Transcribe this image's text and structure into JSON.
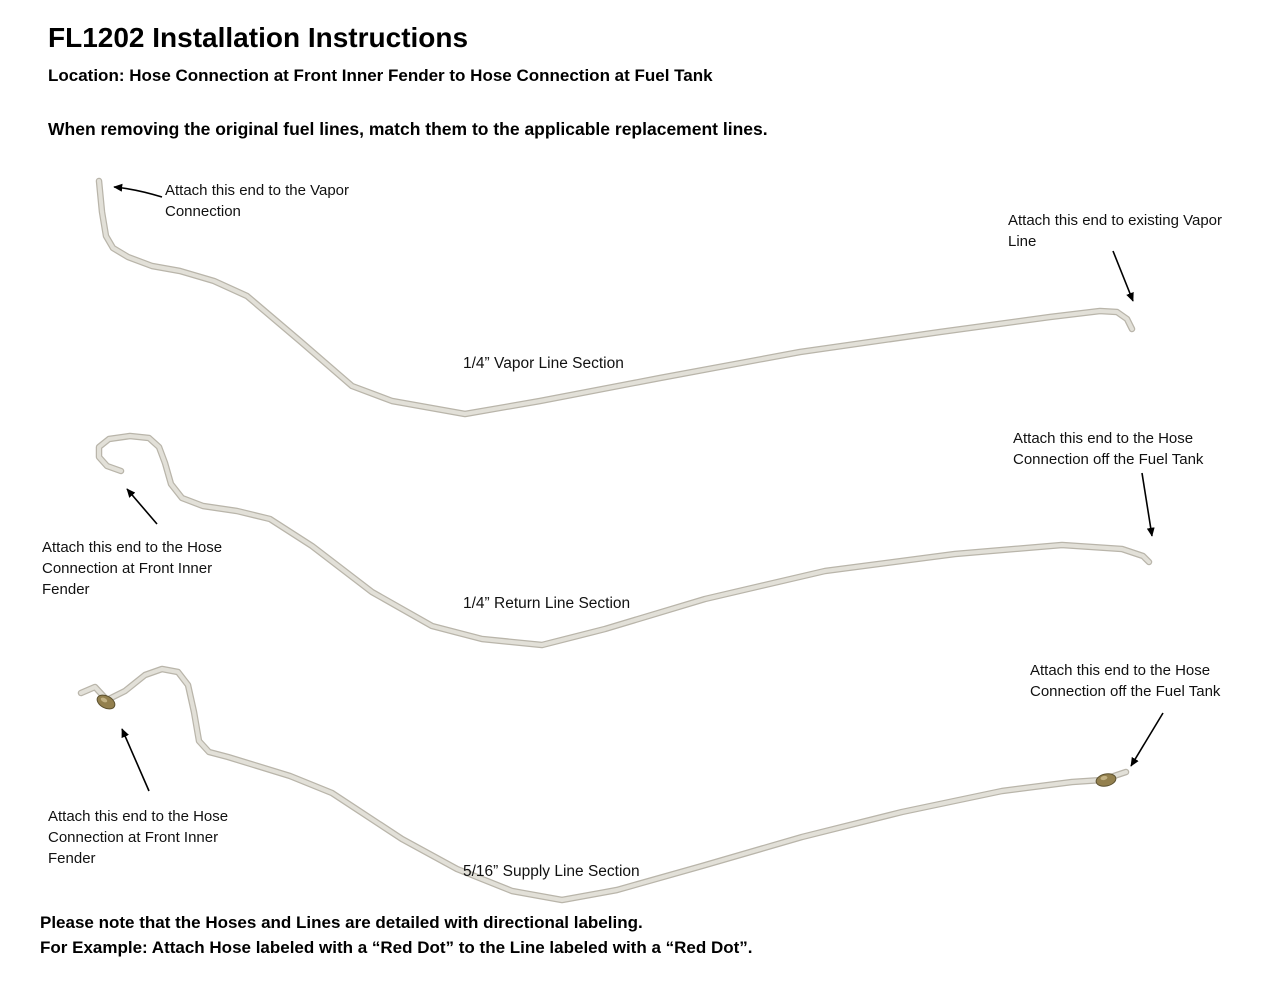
{
  "page": {
    "title": "FL1202 Installation Instructions",
    "location": "Location: Hose Connection at Front Inner Fender to Hose Connection at Fuel Tank",
    "instruction": "When removing the original fuel lines, match them to the applicable replacement lines.",
    "footer_line1": "Please note that the Hoses and Lines are detailed with directional labeling.",
    "footer_line2": "For Example: Attach Hose labeled with a “Red Dot” to the Line labeled with a “Red Dot”."
  },
  "colors": {
    "tube_fill": "#e2e0d8",
    "tube_edge": "#b9b5aa",
    "arrow": "#000000",
    "fitting": "#93804e"
  },
  "diagram": {
    "sections": [
      {
        "name": "vapor",
        "label": "1/4” Vapor Line Section",
        "left_annotation": "Attach this end to the Vapor Connection",
        "right_annotation": "Attach this end to existing Vapor Line"
      },
      {
        "name": "return",
        "label": "1/4” Return Line Section",
        "left_annotation": "Attach this end to the Hose Connection at Front Inner Fender",
        "right_annotation": "Attach this end to the Hose Connection off the Fuel Tank"
      },
      {
        "name": "supply",
        "label": "5/16” Supply Line Section",
        "left_annotation": "Attach this end to the Hose Connection at Front Inner Fender",
        "right_annotation": "Attach this end to the Hose Connection off the Fuel Tank"
      }
    ]
  }
}
